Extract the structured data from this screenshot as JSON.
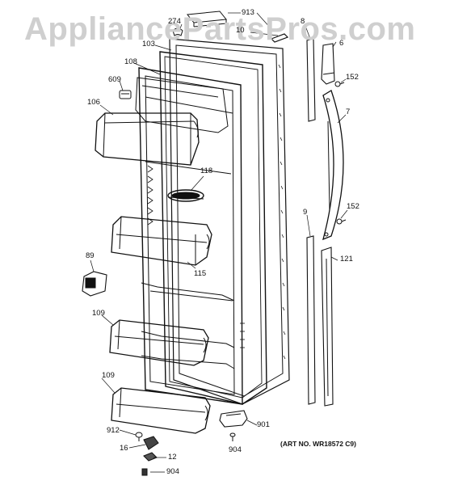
{
  "watermark": "AppliancePartsPros.com",
  "art_number": "(ART NO. WR18572 C9)",
  "part_labels": {
    "p913": "913",
    "p274": "274",
    "p10": "10",
    "p8": "8",
    "p6": "6",
    "p103": "103",
    "p108": "108",
    "p609": "609",
    "p152a": "152",
    "p106": "106",
    "p7": "7",
    "p118": "118",
    "p9": "9",
    "p152b": "152",
    "p121": "121",
    "p89": "89",
    "p115": "115",
    "p109a": "109",
    "p109b": "109",
    "p912": "912",
    "p16": "16",
    "p12": "12",
    "p904a": "904",
    "p904b": "904",
    "p901": "901"
  }
}
